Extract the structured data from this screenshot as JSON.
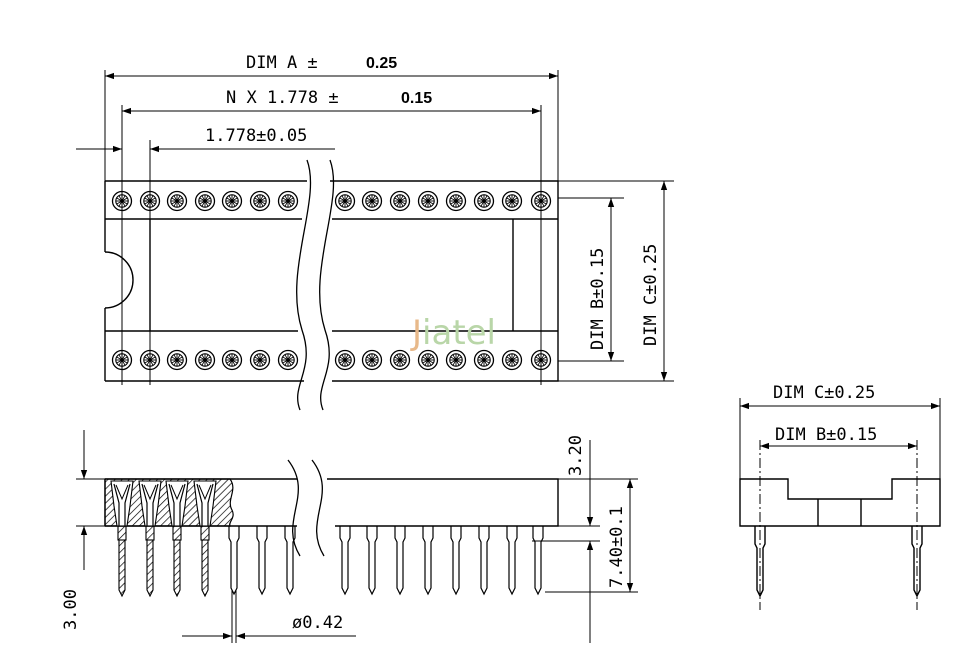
{
  "watermark": {
    "text_j": "J",
    "text_rest": "iatel",
    "colors": {
      "j": "#e8b98a",
      "rest": "#b9d6a8"
    }
  },
  "top_view": {
    "dim_a": {
      "label": "DIM A ±",
      "value": "0.25"
    },
    "dim_n": {
      "label": "N X 1.778 ±",
      "value": "0.15"
    },
    "pitch": "1.778±0.05",
    "dim_b": "DIM B±0.15",
    "dim_c": "DIM C±0.25"
  },
  "side_view": {
    "height_top": "3.20",
    "height_pin": "7.40±0.1",
    "pin_length": "3.00",
    "pin_diameter": "ø0.42"
  },
  "end_view": {
    "dim_c": "DIM C±0.25",
    "dim_b": "DIM B±0.15"
  }
}
